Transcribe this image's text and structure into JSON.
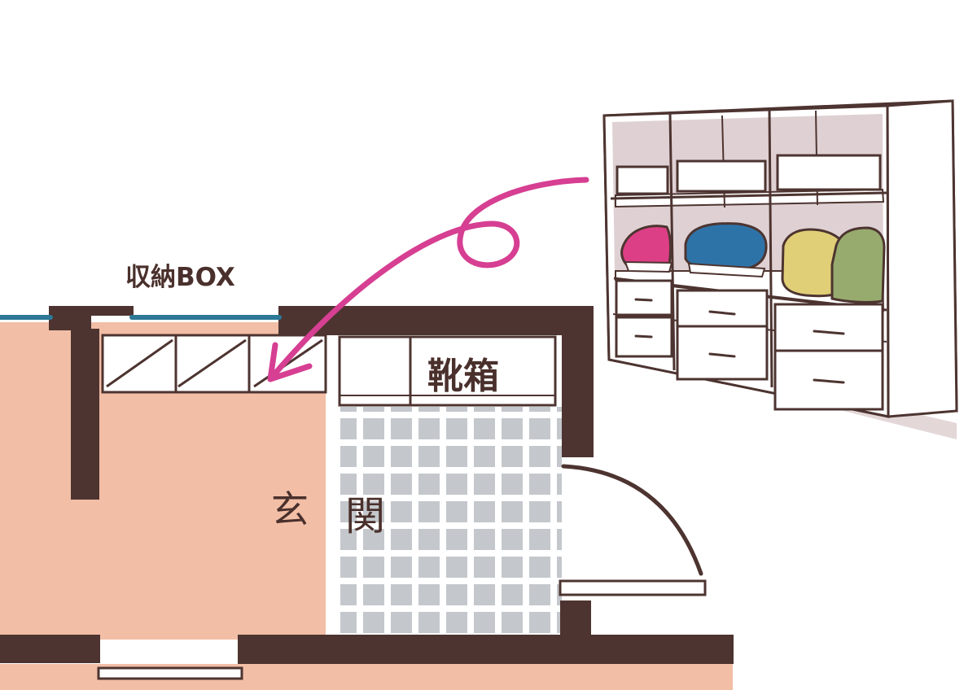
{
  "labels": {
    "storage_box": "収納BOX",
    "shoe_cabinet": "靴箱",
    "entrance_left": "玄",
    "entrance_right": "関"
  },
  "colors": {
    "wall": "#4d3430",
    "floor": "#f2bea6",
    "tile": "#c4c8cc",
    "tile_grout": "#ffffff",
    "window_line": "#2c7896",
    "arrow": "#d63f92",
    "shelf_shadow": "#d7c6c8",
    "bag_pink": "#dd3f86",
    "bag_blue": "#2e73a8",
    "bag_yellow": "#e1cf78",
    "bag_green": "#97ab6e"
  },
  "icons": {
    "arrow": "curved-arrow-icon",
    "shelf": "storage-shelf-icon",
    "door": "door-swing-icon"
  }
}
